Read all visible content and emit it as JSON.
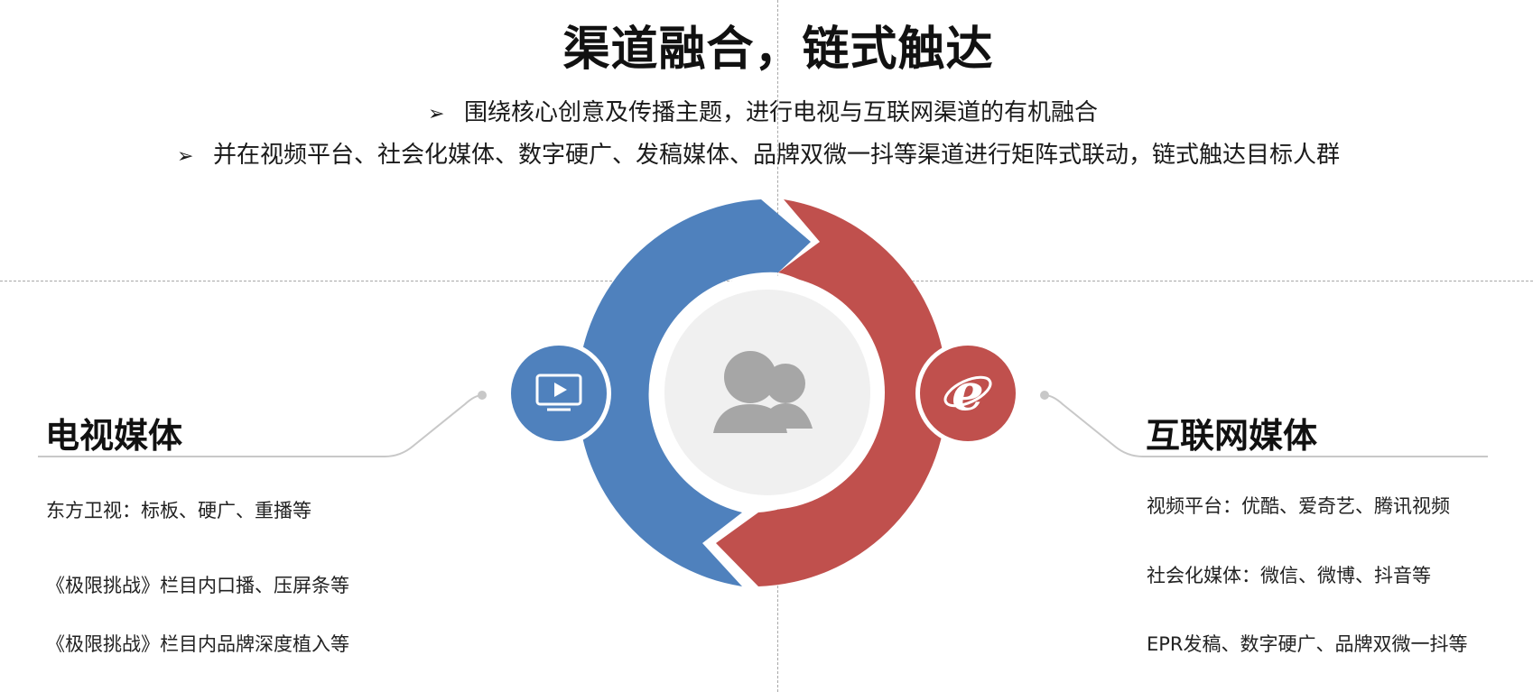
{
  "title": "渠道融合，链式触达",
  "bullets": [
    "围绕核心创意及传播主题，进行电视与互联网渠道的有机融合",
    "并在视频平台、社会化媒体、数字硬广、发稿媒体、品牌双微一抖等渠道进行矩阵式联动，链式触达目标人群"
  ],
  "bullet_marker": "➢",
  "tv_media": {
    "title": "电视媒体",
    "items": [
      "东方卫视：标板、硬广、重播等",
      "《极限挑战》栏目内口播、压屏条等",
      "《极限挑战》栏目内品牌深度植入等"
    ]
  },
  "internet_media": {
    "title": "互联网媒体",
    "items": [
      "视频平台：优酷、爱奇艺、腾讯视频",
      "社会化媒体：微信、微博、抖音等",
      "EPR发稿、数字硬广、品牌双微一抖等"
    ]
  },
  "colors": {
    "blue": "#4f81bd",
    "red": "#c0504d",
    "gray": "#a6a6a6",
    "light_gray": "#f0f0f0"
  },
  "icons": {
    "center": "users-icon",
    "left": "tv-play-icon",
    "right": "internet-explorer-icon"
  }
}
